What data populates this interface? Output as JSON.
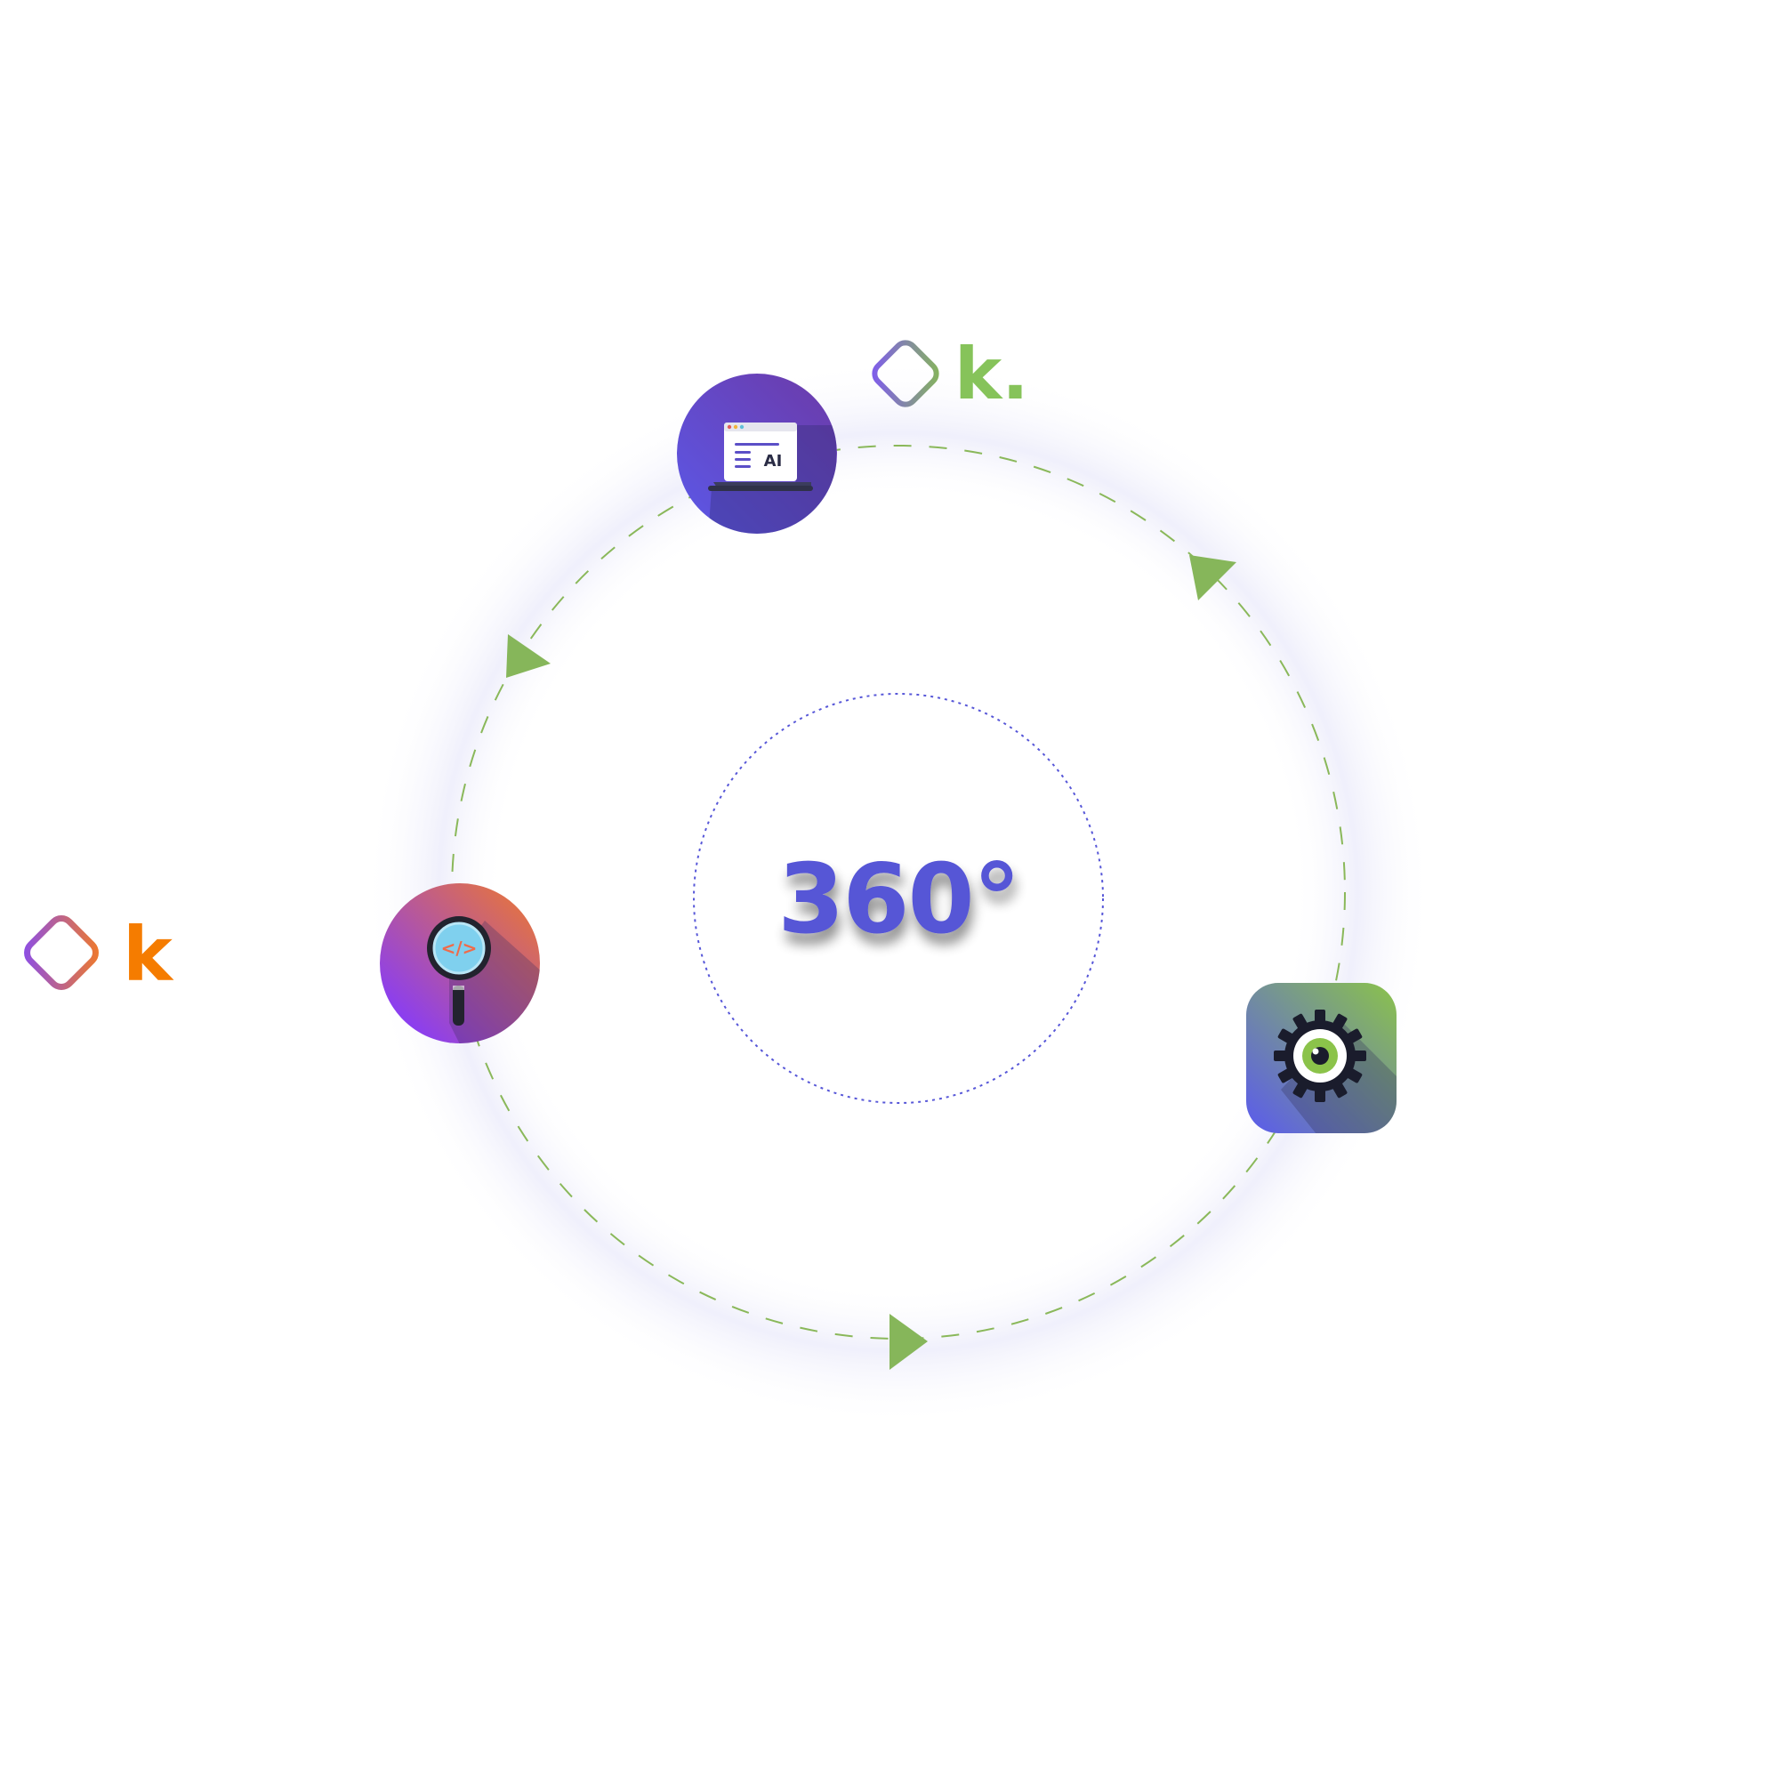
{
  "center": {
    "label": "360°",
    "color": "#5656d6"
  },
  "colors": {
    "path": "#8ab85a",
    "arrow": "#86b65a",
    "inner_ring": "#5757d8",
    "halo": "#eeeefb"
  },
  "nodes": [
    {
      "name": "ai-browser-node",
      "icon": "browser-ai-icon",
      "shape": "circle",
      "label": "AI",
      "gradient": [
        "#5b58e8",
        "#6c3aa8"
      ]
    },
    {
      "name": "code-search-node",
      "icon": "code-search-icon",
      "shape": "circle",
      "label": "</>",
      "gradient": [
        "#f07a2a",
        "#8b3ef0"
      ]
    },
    {
      "name": "gear-eye-node",
      "icon": "gear-eye-icon",
      "shape": "rounded-square",
      "gradient": [
        "#8bc34a",
        "#5a5aee"
      ]
    }
  ],
  "logos": [
    {
      "name": "logo-green",
      "letter": "k.",
      "letter_color": "#86c35a",
      "diamond_gradient": [
        "#7f5af0",
        "#86b65a"
      ]
    },
    {
      "name": "logo-orange",
      "letter": "k",
      "letter_color": "#f57c00",
      "diamond_gradient": [
        "#8b4ee8",
        "#f07a2a"
      ]
    }
  ]
}
